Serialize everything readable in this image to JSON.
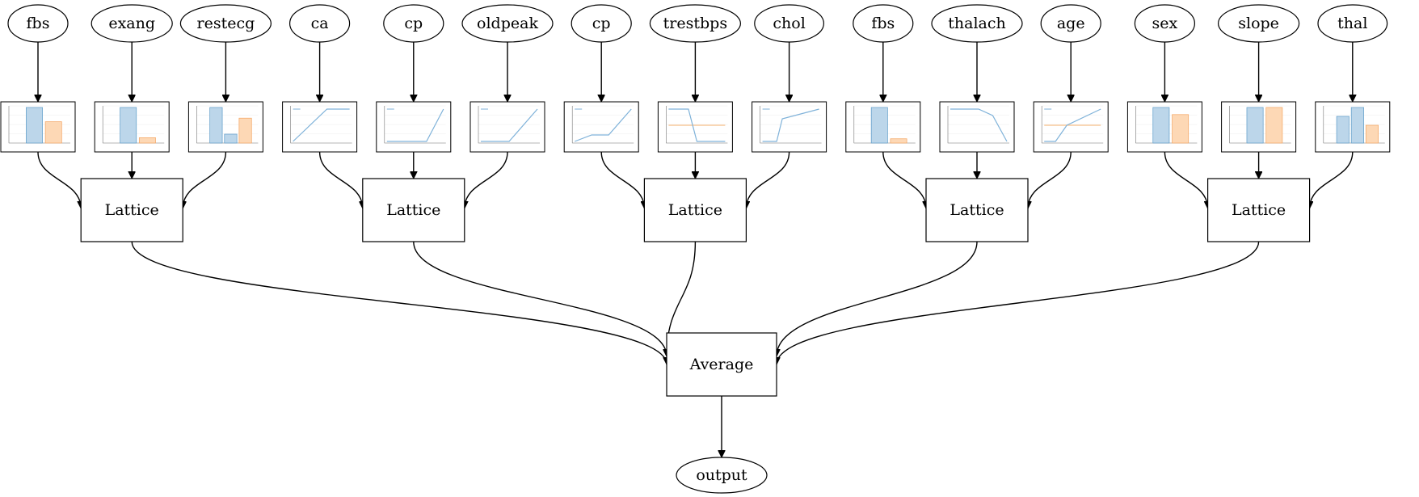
{
  "features": [
    {
      "label": "fbs",
      "thumb": {
        "kind": "bar",
        "bars": [
          {
            "v": 1.0,
            "c": "blue"
          },
          {
            "v": 0.6,
            "c": "orange"
          }
        ]
      }
    },
    {
      "label": "exang",
      "thumb": {
        "kind": "bar",
        "bars": [
          {
            "v": 1.0,
            "c": "blue"
          },
          {
            "v": 0.15,
            "c": "orange"
          }
        ]
      }
    },
    {
      "label": "restecg",
      "thumb": {
        "kind": "bar",
        "bars": [
          {
            "v": 1.0,
            "c": "blue"
          },
          {
            "v": 0.25,
            "c": "blue"
          },
          {
            "v": 0.7,
            "c": "orange"
          }
        ]
      }
    },
    {
      "label": "ca",
      "thumb": {
        "kind": "line",
        "points": [
          [
            0,
            0
          ],
          [
            0.6,
            1
          ],
          [
            1,
            1
          ]
        ]
      }
    },
    {
      "label": "cp",
      "thumb": {
        "kind": "line",
        "points": [
          [
            0,
            0
          ],
          [
            0.7,
            0
          ],
          [
            1,
            1
          ]
        ]
      }
    },
    {
      "label": "oldpeak",
      "thumb": {
        "kind": "line",
        "points": [
          [
            0,
            0
          ],
          [
            0.5,
            0
          ],
          [
            1,
            1
          ]
        ]
      }
    },
    {
      "label": "cp",
      "thumb": {
        "kind": "line",
        "points": [
          [
            0,
            0
          ],
          [
            0.3,
            0.2
          ],
          [
            0.6,
            0.2
          ],
          [
            1,
            1
          ]
        ]
      }
    },
    {
      "label": "trestbps",
      "thumb": {
        "kind": "line2",
        "points": [
          [
            0,
            1
          ],
          [
            0.35,
            1
          ],
          [
            0.5,
            0
          ],
          [
            1,
            0
          ]
        ],
        "flat": 0.5
      }
    },
    {
      "label": "chol",
      "thumb": {
        "kind": "line",
        "points": [
          [
            0,
            0
          ],
          [
            0.25,
            0
          ],
          [
            0.35,
            0.7
          ],
          [
            1,
            1
          ]
        ]
      }
    },
    {
      "label": "fbs",
      "thumb": {
        "kind": "bar",
        "bars": [
          {
            "v": 1.0,
            "c": "blue"
          },
          {
            "v": 0.12,
            "c": "orange"
          }
        ]
      }
    },
    {
      "label": "thalach",
      "thumb": {
        "kind": "line",
        "points": [
          [
            0,
            1
          ],
          [
            0.5,
            1
          ],
          [
            0.75,
            0.8
          ],
          [
            1,
            0
          ]
        ]
      }
    },
    {
      "label": "age",
      "thumb": {
        "kind": "line2",
        "points": [
          [
            0,
            0
          ],
          [
            0.2,
            0
          ],
          [
            0.4,
            0.5
          ],
          [
            1,
            1
          ]
        ],
        "flat": 0.5
      }
    },
    {
      "label": "sex",
      "thumb": {
        "kind": "bar",
        "bars": [
          {
            "v": 1.0,
            "c": "blue"
          },
          {
            "v": 0.8,
            "c": "orange"
          }
        ]
      }
    },
    {
      "label": "slope",
      "thumb": {
        "kind": "bar",
        "bars": [
          {
            "v": 1.0,
            "c": "blue"
          },
          {
            "v": 1.0,
            "c": "orange"
          }
        ]
      }
    },
    {
      "label": "thal",
      "thumb": {
        "kind": "bar",
        "bars": [
          {
            "v": 0.75,
            "c": "blue"
          },
          {
            "v": 1.0,
            "c": "blue"
          },
          {
            "v": 0.5,
            "c": "orange"
          }
        ]
      }
    }
  ],
  "lattice_label": "Lattice",
  "lattice_groups": [
    [
      0,
      1,
      2
    ],
    [
      3,
      4,
      5
    ],
    [
      6,
      7,
      8
    ],
    [
      9,
      10,
      11
    ],
    [
      12,
      13,
      14
    ]
  ],
  "average_label": "Average",
  "output_label": "output",
  "colors": {
    "line": "#000000",
    "bar_blue_fill": "#bcd6ea",
    "bar_blue_stroke": "#5b9bc8",
    "bar_orange_fill": "#fdd8b5",
    "bar_orange_stroke": "#f4a460",
    "line_blue": "#7fb2d9",
    "line_orange": "#f8c08a"
  }
}
